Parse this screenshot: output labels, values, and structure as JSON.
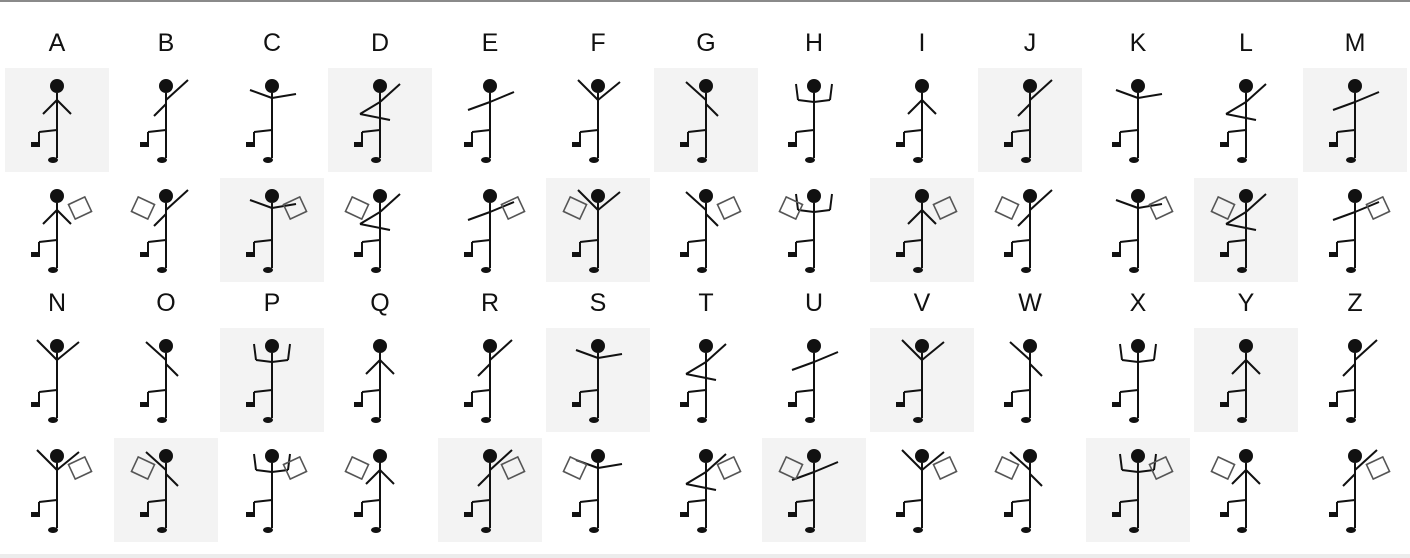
{
  "alphabet": {
    "row1": [
      "A",
      "B",
      "C",
      "D",
      "E",
      "F",
      "G",
      "H",
      "I",
      "J",
      "K",
      "L",
      "M"
    ],
    "row2": [
      "N",
      "O",
      "P",
      "Q",
      "R",
      "S",
      "T",
      "U",
      "V",
      "W",
      "X",
      "Y",
      "Z"
    ]
  },
  "colors": {
    "ink": "#111111",
    "flag": "#555555",
    "cell_shade": "#f3f3f3"
  },
  "figure_icon": "stick-figure-dancing-man-icon",
  "flag_icon": "flag-icon"
}
